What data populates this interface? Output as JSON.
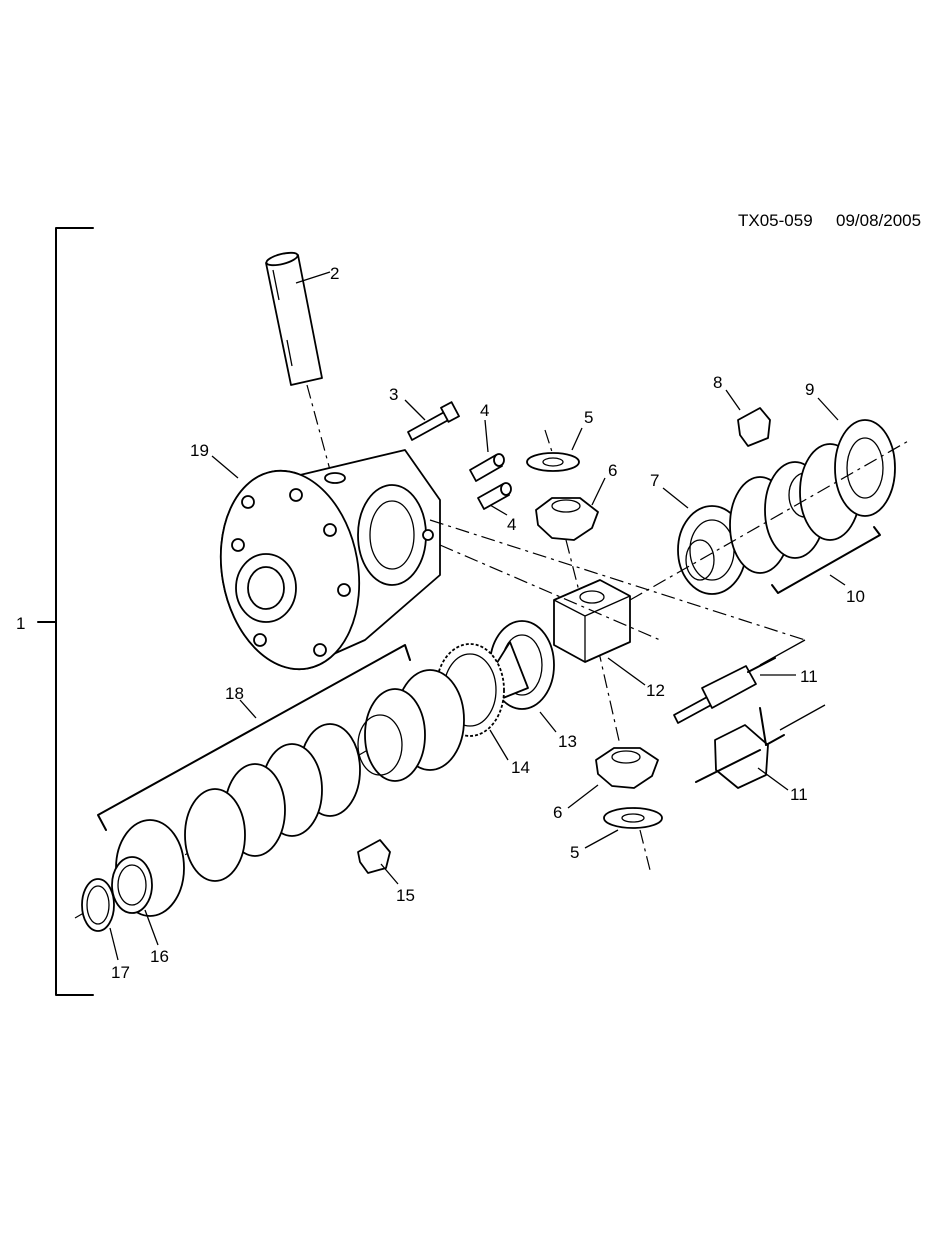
{
  "header": {
    "drawing_id": "TX05-059",
    "date": "09/08/2005"
  },
  "callouts": {
    "c1": "1",
    "c2": "2",
    "c3": "3",
    "c4a": "4",
    "c4b": "4",
    "c5a": "5",
    "c5b": "5",
    "c6a": "6",
    "c6b": "6",
    "c7": "7",
    "c8": "8",
    "c9": "9",
    "c10": "10",
    "c11a": "11",
    "c11b": "11",
    "c12": "12",
    "c13": "13",
    "c14": "14",
    "c15": "15",
    "c16": "16",
    "c17": "17",
    "c18": "18",
    "c19": "19"
  }
}
